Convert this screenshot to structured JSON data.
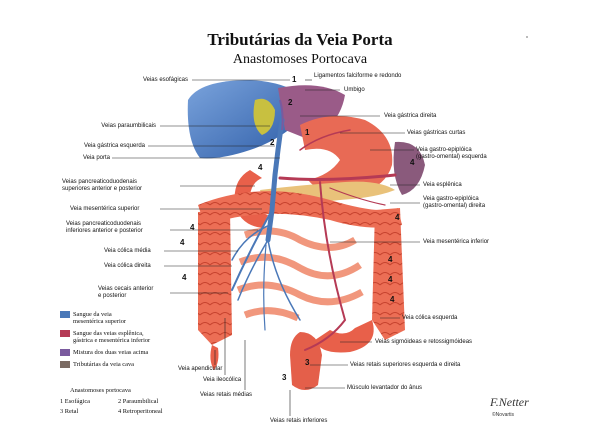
{
  "title": "Tributárias da Veia Porta",
  "subtitle": "Anastomoses Portocava",
  "labels_left": [
    {
      "id": "esofagicas",
      "text": "Veias esofágicas"
    },
    {
      "id": "paraumbilicais",
      "text": "Veias paraumbilicais"
    },
    {
      "id": "gastrica_esq",
      "text": "Veia gástrica esquerda"
    },
    {
      "id": "porta",
      "text": "Veia porta"
    },
    {
      "id": "pancreatico_sup_1",
      "text": "Veias pancreaticoduodenais"
    },
    {
      "id": "pancreatico_sup_2",
      "text": "superiores anterior e posterior"
    },
    {
      "id": "mesenterica_sup",
      "text": "Veia mesentérica superior"
    },
    {
      "id": "pancreatico_inf_1",
      "text": "Veias pancreaticoduodenais"
    },
    {
      "id": "pancreatico_inf_2",
      "text": "inferiores anterior e posterior"
    },
    {
      "id": "colica_media",
      "text": "Veia cólica média"
    },
    {
      "id": "colica_direita",
      "text": "Veia cólica direita"
    },
    {
      "id": "cecais_1",
      "text": "Veias cecais anterior"
    },
    {
      "id": "cecais_2",
      "text": "e posterior"
    }
  ],
  "labels_right": [
    {
      "id": "ligamentos",
      "text": "Ligamentos falciforme e redondo"
    },
    {
      "id": "umbigo",
      "text": "Umbigo"
    },
    {
      "id": "gastrica_dir",
      "text": "Veia gástrica direita"
    },
    {
      "id": "gastricas_curtas",
      "text": "Veias gástricas curtas"
    },
    {
      "id": "gastroepiploica_esq_1",
      "text": "Veia gastro-epiplóica"
    },
    {
      "id": "gastroepiploica_esq_2",
      "text": "(gastro-omental) esquerda"
    },
    {
      "id": "esplenica",
      "text": "Veia esplênica"
    },
    {
      "id": "gastroepiploica_dir_1",
      "text": "Veia gastro-epiplóica"
    },
    {
      "id": "gastroepiploica_dir_2",
      "text": "(gastro-omental) direita"
    },
    {
      "id": "mesenterica_inf",
      "text": "Veia mesentérica inferior"
    },
    {
      "id": "colica_esq",
      "text": "Veia cólica esquerda"
    },
    {
      "id": "sigmoideas",
      "text": "Veias sigmóideas e retossigmóideas"
    },
    {
      "id": "retais_sup",
      "text": "Veias retais superiores esquerda e direita"
    },
    {
      "id": "levantador",
      "text": "Músculo levantador do ânus"
    }
  ],
  "labels_bottom": [
    {
      "id": "apendicular",
      "text": "Veia apendicular"
    },
    {
      "id": "ileocolica",
      "text": "Veia ileocólica"
    },
    {
      "id": "retais_medias",
      "text": "Veias retais médias"
    },
    {
      "id": "retais_inferiores",
      "text": "Veias retais inferiores"
    }
  ],
  "legend": [
    {
      "color": "#4a78b8",
      "line1": "Sangue da veia",
      "line2": "mesentérica superior"
    },
    {
      "color": "#b53a55",
      "line1": "Sangue das veias esplênica,",
      "line2": "gástrica e mesentérica inferior"
    },
    {
      "color": "#7a5a9e",
      "line1": "Mistura dos duas veias acima",
      "line2": ""
    },
    {
      "color": "#7a6a62",
      "line1": "Tributárias da veia cava",
      "line2": ""
    }
  ],
  "anastomoses": {
    "heading": "Anastomoses portocava",
    "items": [
      "1 Esofágica",
      "2 Paraumbilical",
      "3 Retal",
      "4 Retroperitoneal"
    ]
  },
  "markers": [
    "1",
    "2",
    "3",
    "4"
  ],
  "signature": "F.Netter",
  "copyright": "©Novartis",
  "colors": {
    "portal_blue": "#5b86c6",
    "liver_blue": "#3f6fb5",
    "spleen_purple": "#8a5a7c",
    "intestine_red": "#e8604a",
    "stomach_red": "#e86a55"
  }
}
